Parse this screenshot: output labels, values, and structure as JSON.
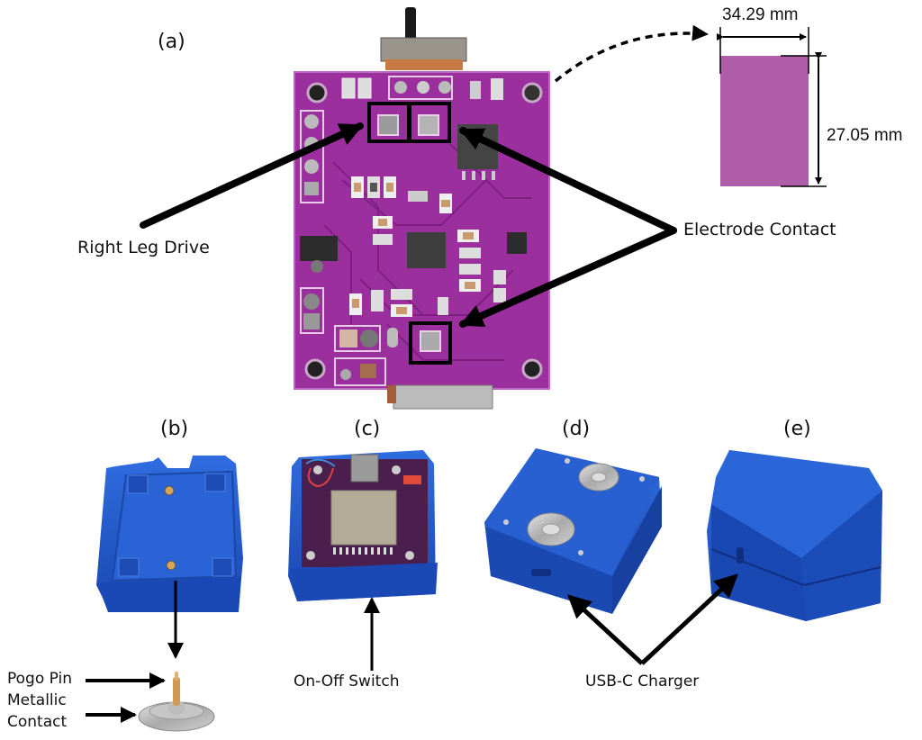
{
  "figure": {
    "panels": [
      {
        "id": "a",
        "label": "(a)"
      },
      {
        "id": "b",
        "label": "(b)"
      },
      {
        "id": "c",
        "label": "(c)"
      },
      {
        "id": "d",
        "label": "(d)"
      },
      {
        "id": "e",
        "label": "(e)"
      }
    ],
    "annotations": {
      "right_leg_drive": "Right Leg Drive",
      "electrode_contact": "Electrode Contact",
      "pogo_pin": "Pogo Pin",
      "metallic_contact_line1": "Metallic",
      "metallic_contact_line2": "Contact",
      "on_off_switch": "On-Off Switch",
      "usb_c_charger": "USB-C Charger"
    },
    "dimensions": {
      "width": "34.29 mm",
      "height": "27.05 mm"
    },
    "colors": {
      "pcb": "#9c2f9e",
      "pcb_outline": "#a85fae",
      "case": "#1f56c8",
      "arrow": "#000000"
    }
  }
}
